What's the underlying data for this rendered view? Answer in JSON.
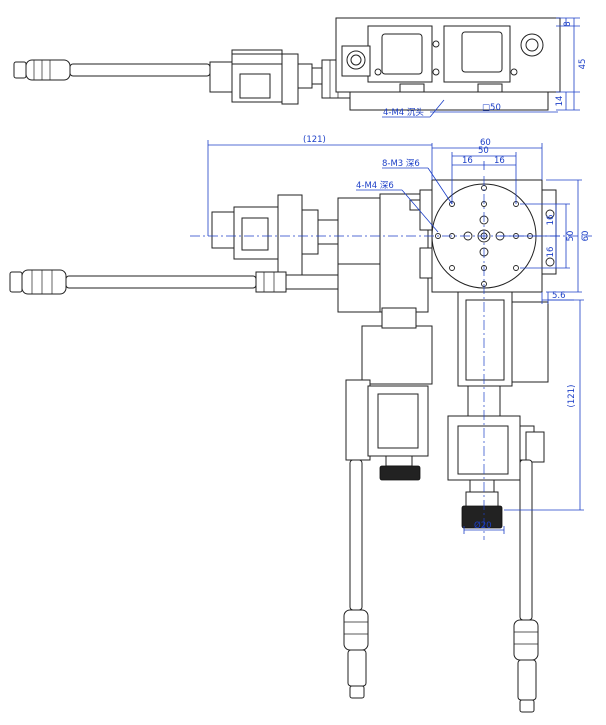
{
  "drawing": {
    "top_view": {
      "dimensions": {
        "height_total": "45",
        "height_top": "8",
        "height_base": "14",
        "base_width": "□50",
        "note": "4-M4 沉头"
      }
    },
    "front_view": {
      "dimensions": {
        "overall_left": "(121)",
        "table_width": "60",
        "hole_pitch": "50",
        "hole_spacing_a": "16",
        "hole_spacing_b": "16",
        "side_16_a": "16",
        "side_16_b": "16",
        "side_50": "50",
        "side_60": "60",
        "offset": "5.6",
        "overall_right": "(121)",
        "knob_dia": "Ø20"
      },
      "notes": {
        "m3_holes": "8-M3 深6",
        "m4_holes": "4-M4 深6"
      }
    }
  }
}
